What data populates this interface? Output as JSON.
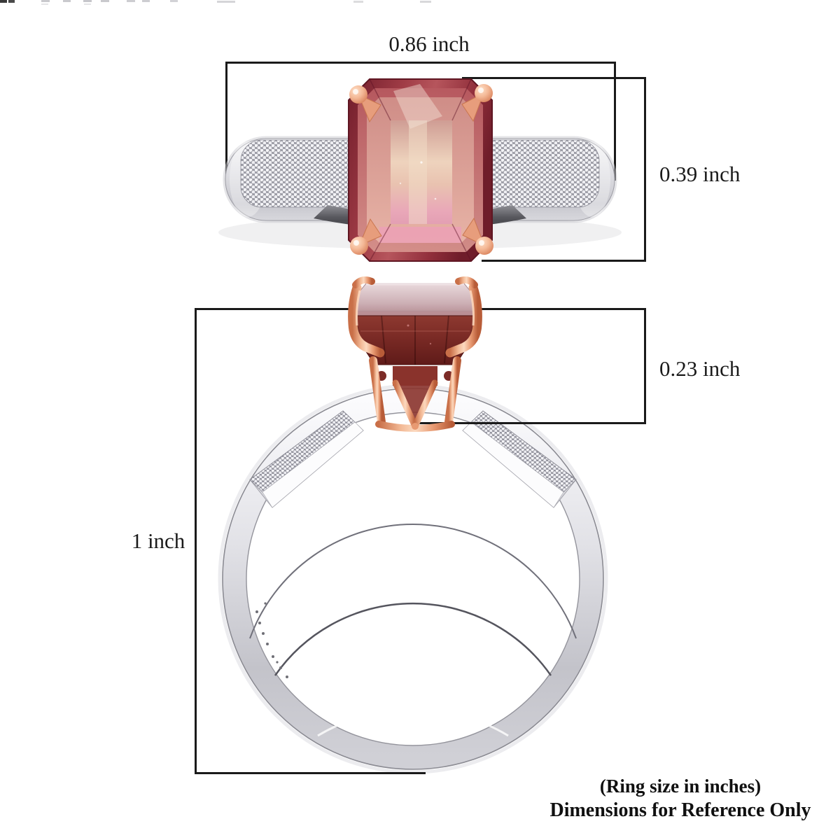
{
  "image": {
    "background": "#ffffff",
    "kind": "ring dimension reference diagram"
  },
  "labels": {
    "top_width": "0.86 inch",
    "top_height": "0.39 inch",
    "side_height": "1 inch",
    "side_setting_depth": "0.23 inch"
  },
  "footer": {
    "line1": "(Ring size in inches)",
    "line2": "Dimensions for Reference Only"
  },
  "colors": {
    "dimension_lines": "#1a1a1a",
    "label_text": "#1a1a1a",
    "stone_red": "#9c3a42",
    "stone_pink_table": "#e8b9ad",
    "rose_gold": "#eda183",
    "white_metal": "#d5d5da",
    "pave_diamond": "#f3f3f6"
  }
}
